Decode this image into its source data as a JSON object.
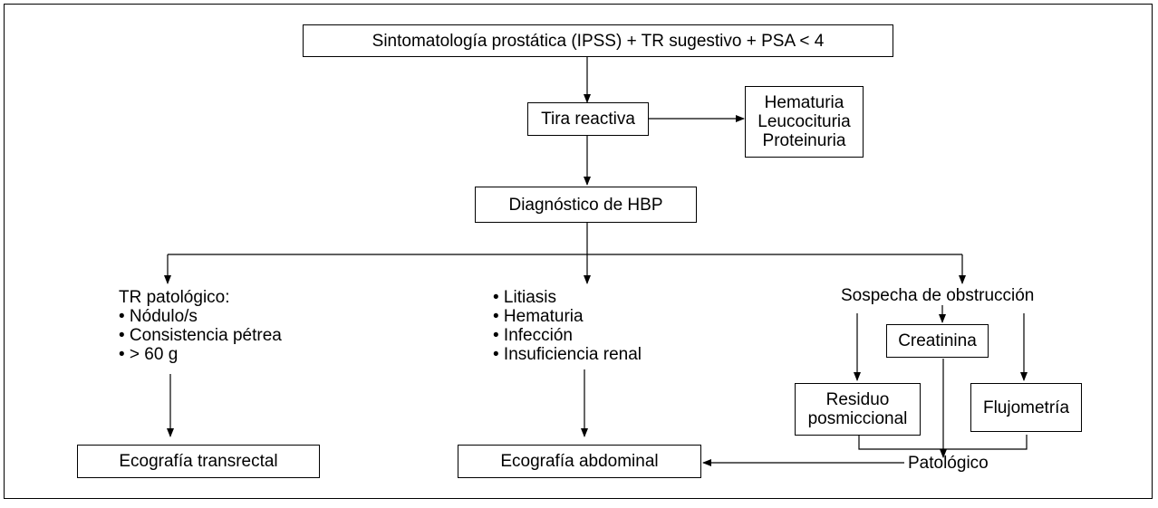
{
  "diagram": {
    "top_box": "Sintomatología prostática (IPSS) + TR sugestivo + PSA < 4",
    "tira_reactiva": "Tira reactiva",
    "findings": [
      "Hematuria",
      "Leucocituria",
      "Proteinuria"
    ],
    "diagnostico": "Diagnóstico de HBP",
    "left_branch": {
      "title": "TR patológico:",
      "items": [
        "• Nódulo/s",
        "• Consistencia pétrea",
        "• > 60 g"
      ],
      "result": "Ecografía transrectal"
    },
    "middle_branch": {
      "items": [
        "• Litiasis",
        "• Hematuria",
        "• Infección",
        "• Insuficiencia renal"
      ],
      "result": "Ecografía abdominal"
    },
    "right_branch": {
      "title": "Sospecha de obstrucción",
      "creatinina": "Creatinina",
      "residuo": [
        "Residuo",
        "posmiccional"
      ],
      "flujometria": "Flujometría",
      "patologico": "Patológico"
    }
  }
}
